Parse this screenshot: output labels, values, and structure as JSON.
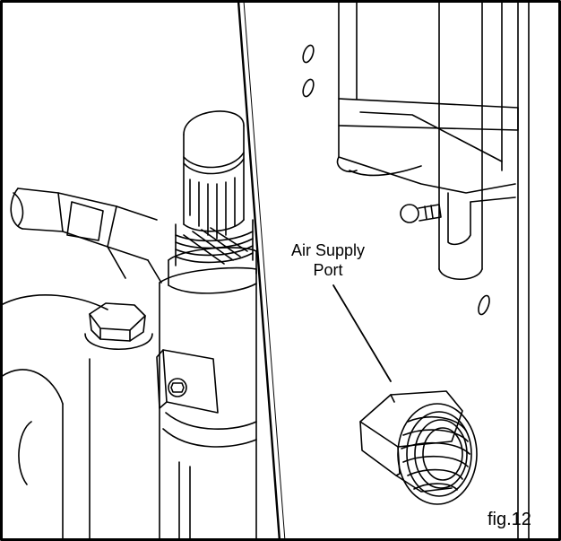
{
  "callouts": {
    "air_supply_line1": "Air Supply",
    "air_supply_line2": "Port"
  },
  "figure_label": "fig.12"
}
